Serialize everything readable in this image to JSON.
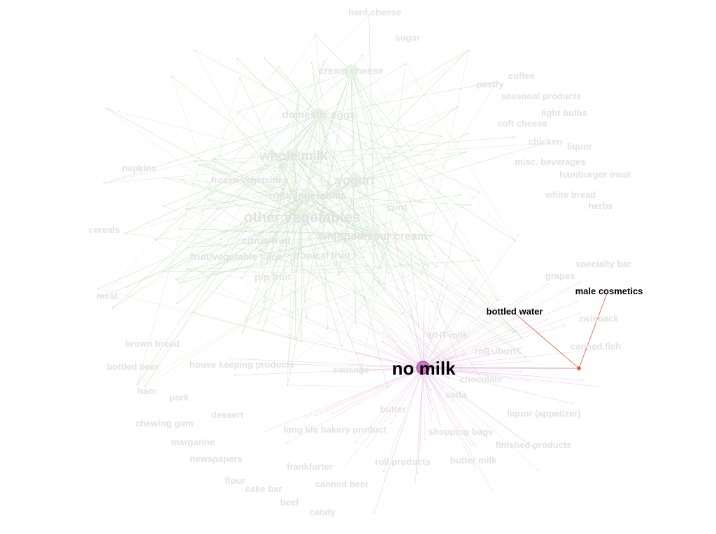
{
  "colors": {
    "background": "#ffffff",
    "faded_label": "#e0e0e0",
    "green_edge": "#cfe5c8",
    "green_node": "#d9ead3",
    "pink_edge": "#ecc8e8",
    "highlight_node": "#c879c4",
    "highlight_node_stroke": "#9c3f96",
    "highlight_label": "#000000",
    "red_edge": "#e0583a",
    "purple_edge": "#c05fb8"
  },
  "graph": {
    "focus": "no milk",
    "highlighted": [
      "no milk",
      "bottled water",
      "male cosmetics"
    ],
    "labels": [
      "hard cheese",
      "sugar",
      "cream cheese",
      "coffee",
      "pastry",
      "seasonal products",
      "light bulbs",
      "domestic eggs",
      "soft cheese",
      "chicken",
      "liquor",
      "whole milk",
      "misc. beverages",
      "hamburger meat",
      "napkins",
      "yogurt",
      "frozen vegetables",
      "white bread",
      "root vegetables",
      "herbs",
      "curd",
      "other vegetables",
      "cereals",
      "whipped/sour cream",
      "citrus fruit",
      "fruit/vegetable juice",
      "tropical fruit",
      "specialty bar",
      "grapes",
      "pip fruit",
      "male cosmetics",
      "meat",
      "bottled water",
      "zwieback",
      "UHT-milk",
      "brown bread",
      "canned fish",
      "rolls/buns",
      "bottled beer",
      "house keeping products",
      "sausage",
      "no milk",
      "chocolate",
      "ham",
      "soda",
      "pork",
      "butter",
      "liquor (appetizer)",
      "dessert",
      "chewing gum",
      "long life bakery product",
      "shopping bags",
      "margarine",
      "finished products",
      "newspapers",
      "butter milk",
      "frankfurter",
      "roll products",
      "flour",
      "canned beer",
      "cake bar",
      "beef",
      "candy"
    ]
  }
}
